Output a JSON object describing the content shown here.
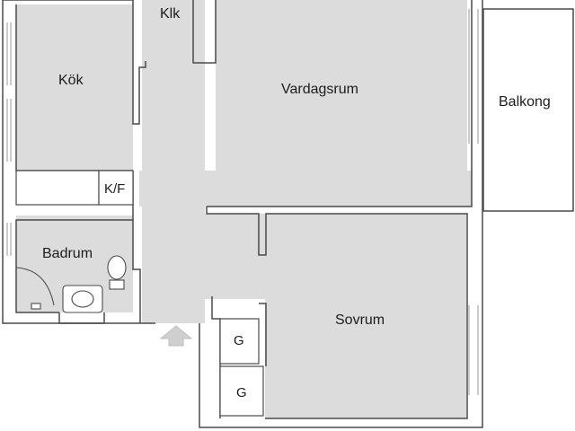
{
  "rooms": {
    "kok": "Kök",
    "klk": "Klk",
    "vardagsrum": "Vardagsrum",
    "balkong": "Balkong",
    "badrum": "Badrum",
    "sovrum": "Sovrum"
  },
  "fixtures": {
    "kf": "K/F",
    "g1": "G",
    "g2": "G"
  },
  "colors": {
    "floor": "#dcdcdc",
    "wall": "#ffffff",
    "outline": "#4a4a4a",
    "window": "#9a9a9a",
    "entrance_arrow": "#cfcfcf"
  }
}
